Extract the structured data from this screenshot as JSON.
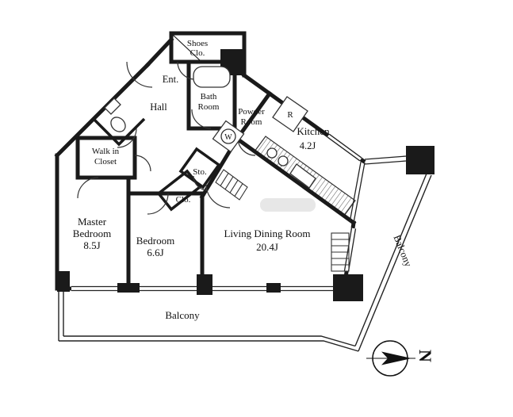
{
  "rooms": {
    "shoes_closet": {
      "line1": "Shoes",
      "line2": "Clo."
    },
    "entrance": "Ent.",
    "hall": "Hall",
    "bath": {
      "line1": "Bath",
      "line2": "Room"
    },
    "powder": {
      "line1": "Powder",
      "line2": "Room"
    },
    "kitchen": {
      "name": "Kitchen",
      "area": "4.2J"
    },
    "walk_in_closet": {
      "line1": "Walk in",
      "line2": "Closet"
    },
    "storage": "Sto.",
    "closet": "Clo.",
    "master_bedroom": {
      "line1": "Master",
      "line2": "Bedroom",
      "area": "8.5J"
    },
    "bedroom": {
      "name": "Bedroom",
      "area": "6.6J"
    },
    "living_dining": {
      "name": "Living Dining Room",
      "area": "20.4J"
    },
    "balcony_bottom": "Balcony",
    "balcony_right": "Balcony"
  },
  "fixtures": {
    "refrigerator": "R",
    "washer": "W"
  },
  "compass": {
    "north": "N"
  },
  "colors": {
    "wall": "#1a1a1a",
    "line": "#333333",
    "background": "#ffffff"
  }
}
